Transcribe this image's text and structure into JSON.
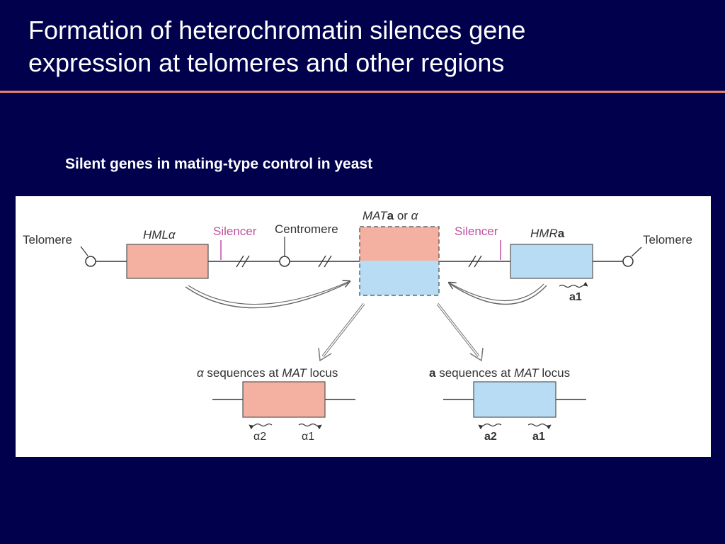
{
  "slide": {
    "title_line1": "Formation of heterochromatin silences gene",
    "title_line2": "expression at telomeres and other regions",
    "subtitle": "Silent genes in mating-type control in yeast"
  },
  "diagram": {
    "labels": {
      "telomere_left": "Telomere",
      "telomere_right": "Telomere",
      "hml_main": "HML",
      "hml_suffix": "α",
      "silencer_left": "Silencer",
      "silencer_right": "Silencer",
      "centromere": "Centromere",
      "mat_main": "MAT",
      "mat_suffix": "a",
      "mat_or": " or ",
      "mat_alpha": "α",
      "hmr_main": "HMR",
      "hmr_suffix": "a",
      "hmr_gene": "a1"
    },
    "alpha_locus": {
      "prefix": "α",
      "text": " sequences at ",
      "mat": "MAT",
      "suffix": " locus",
      "gene_left": "α2",
      "gene_right": "α1"
    },
    "a_locus": {
      "prefix": "a",
      "text": " sequences at ",
      "mat": "MAT",
      "suffix": " locus",
      "gene_left": "a2",
      "gene_right": "a1"
    },
    "colors": {
      "alpha_box": "#f4b0a0",
      "a_box": "#b8dcf4",
      "silencer": "#c050a0",
      "line": "#333333"
    }
  }
}
